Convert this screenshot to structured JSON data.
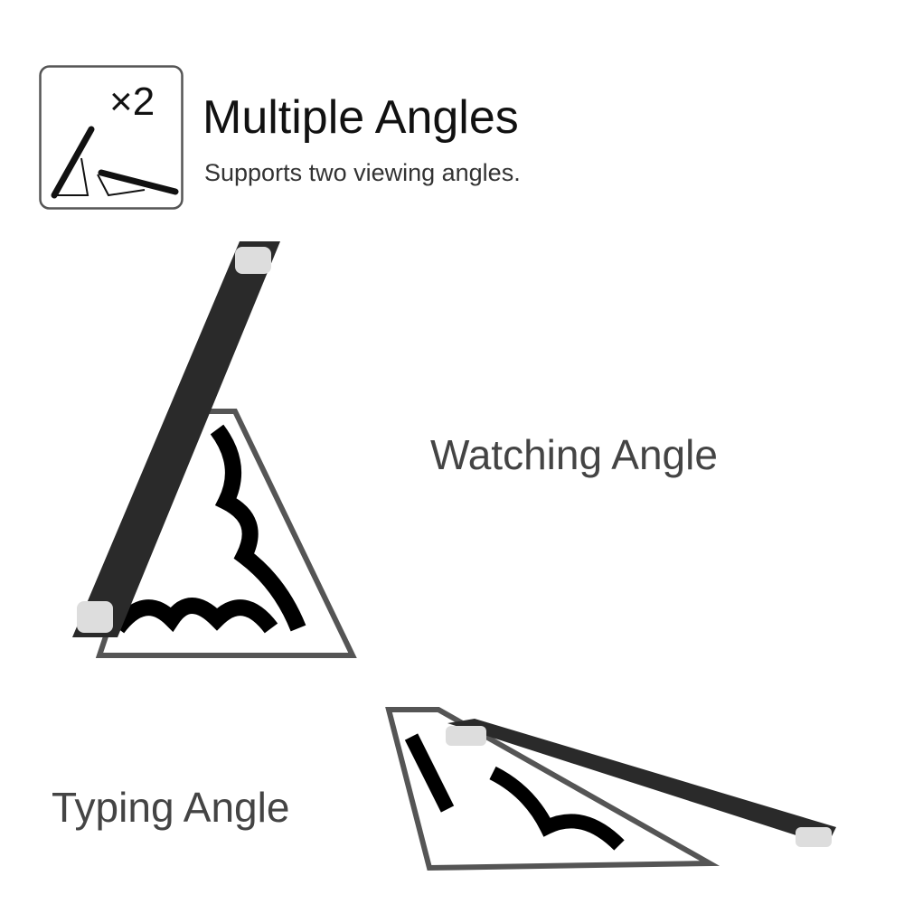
{
  "header": {
    "icon_label": "×2",
    "title": "Multiple Angles",
    "subtitle": "Supports two viewing angles."
  },
  "labels": {
    "watching": "Watching Angle",
    "typing": "Typing Angle"
  },
  "colors": {
    "case": "#2a2a2a",
    "pattern": "#000000",
    "text": "#444444"
  }
}
